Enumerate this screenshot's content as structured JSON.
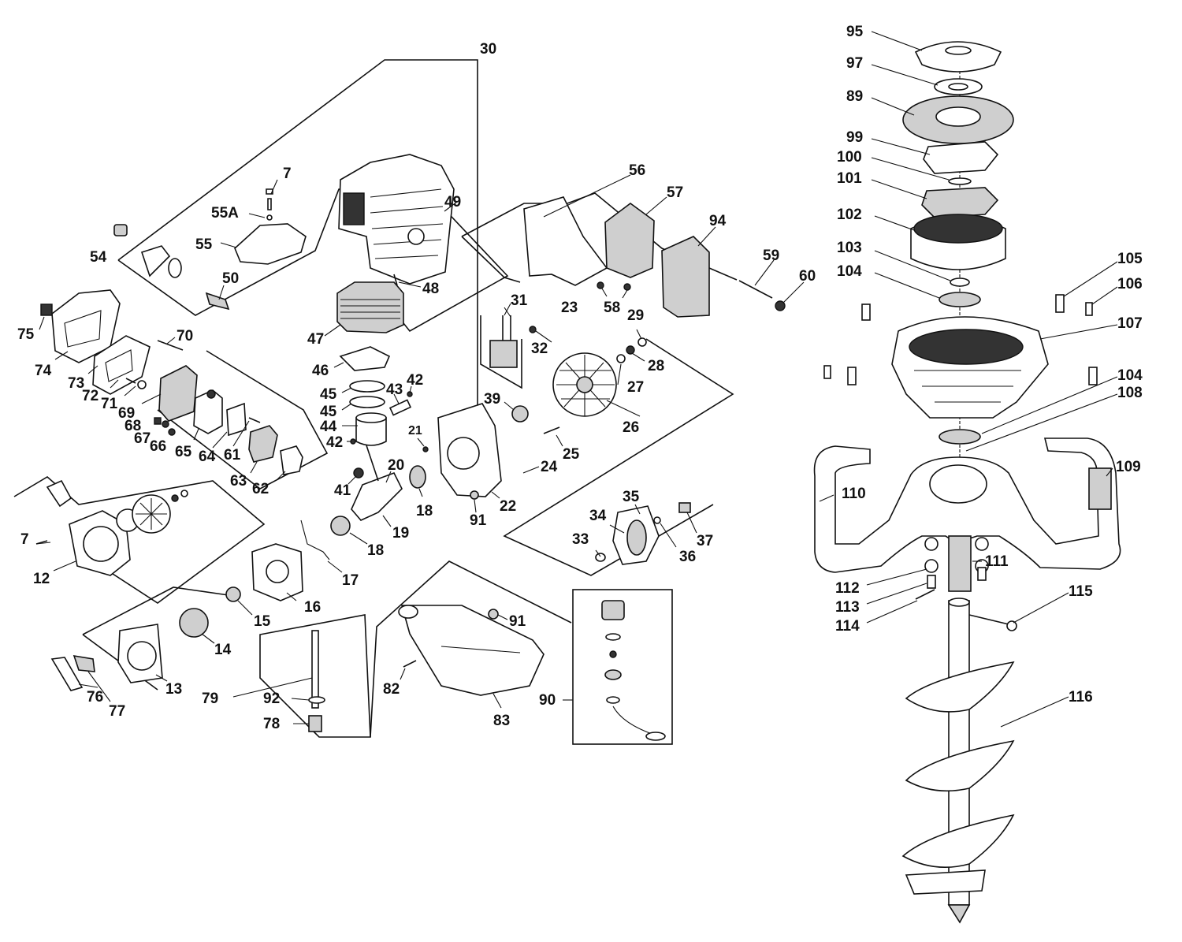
{
  "diagram": {
    "labels": [
      {
        "id": "p30",
        "text": "30"
      },
      {
        "id": "p7a",
        "text": "7"
      },
      {
        "id": "p55a",
        "text": "55A"
      },
      {
        "id": "p49",
        "text": "49"
      },
      {
        "id": "p54",
        "text": "54"
      },
      {
        "id": "p55",
        "text": "55"
      },
      {
        "id": "p50",
        "text": "50"
      },
      {
        "id": "p48",
        "text": "48"
      },
      {
        "id": "p56",
        "text": "56"
      },
      {
        "id": "p57",
        "text": "57"
      },
      {
        "id": "p94",
        "text": "94"
      },
      {
        "id": "p59",
        "text": "59"
      },
      {
        "id": "p60",
        "text": "60"
      },
      {
        "id": "p23",
        "text": "23"
      },
      {
        "id": "p58",
        "text": "58"
      },
      {
        "id": "p29",
        "text": "29"
      },
      {
        "id": "p31",
        "text": "31"
      },
      {
        "id": "p32",
        "text": "32"
      },
      {
        "id": "p28",
        "text": "28"
      },
      {
        "id": "p27",
        "text": "27"
      },
      {
        "id": "p26",
        "text": "26"
      },
      {
        "id": "p75",
        "text": "75"
      },
      {
        "id": "p74",
        "text": "74"
      },
      {
        "id": "p73",
        "text": "73"
      },
      {
        "id": "p72",
        "text": "72"
      },
      {
        "id": "p71",
        "text": "71"
      },
      {
        "id": "p70",
        "text": "70"
      },
      {
        "id": "p69",
        "text": "69"
      },
      {
        "id": "p68",
        "text": "68"
      },
      {
        "id": "p67",
        "text": "67"
      },
      {
        "id": "p66",
        "text": "66"
      },
      {
        "id": "p65",
        "text": "65"
      },
      {
        "id": "p64",
        "text": "64"
      },
      {
        "id": "p61",
        "text": "61"
      },
      {
        "id": "p63",
        "text": "63"
      },
      {
        "id": "p62",
        "text": "62"
      },
      {
        "id": "p47",
        "text": "47"
      },
      {
        "id": "p46",
        "text": "46"
      },
      {
        "id": "p45a",
        "text": "45"
      },
      {
        "id": "p45b",
        "text": "45"
      },
      {
        "id": "p44",
        "text": "44"
      },
      {
        "id": "p42a",
        "text": "42"
      },
      {
        "id": "p43",
        "text": "43"
      },
      {
        "id": "p42b",
        "text": "42"
      },
      {
        "id": "p39",
        "text": "39"
      },
      {
        "id": "p21",
        "text": "21"
      },
      {
        "id": "p25",
        "text": "25"
      },
      {
        "id": "p20",
        "text": "20"
      },
      {
        "id": "p24",
        "text": "24"
      },
      {
        "id": "p41",
        "text": "41"
      },
      {
        "id": "p18a",
        "text": "18"
      },
      {
        "id": "p22",
        "text": "22"
      },
      {
        "id": "p91a",
        "text": "91"
      },
      {
        "id": "p19",
        "text": "19"
      },
      {
        "id": "p18b",
        "text": "18"
      },
      {
        "id": "p7b",
        "text": "7"
      },
      {
        "id": "p12",
        "text": "12"
      },
      {
        "id": "p17",
        "text": "17"
      },
      {
        "id": "p16",
        "text": "16"
      },
      {
        "id": "p15",
        "text": "15"
      },
      {
        "id": "p14",
        "text": "14"
      },
      {
        "id": "p13",
        "text": "13"
      },
      {
        "id": "p76",
        "text": "76"
      },
      {
        "id": "p77",
        "text": "77"
      },
      {
        "id": "p79",
        "text": "79"
      },
      {
        "id": "p92",
        "text": "92"
      },
      {
        "id": "p78",
        "text": "78"
      },
      {
        "id": "p82",
        "text": "82"
      },
      {
        "id": "p83",
        "text": "83"
      },
      {
        "id": "p91b",
        "text": "91"
      },
      {
        "id": "p90",
        "text": "90"
      },
      {
        "id": "p35",
        "text": "35"
      },
      {
        "id": "p34",
        "text": "34"
      },
      {
        "id": "p33",
        "text": "33"
      },
      {
        "id": "p36",
        "text": "36"
      },
      {
        "id": "p37",
        "text": "37"
      },
      {
        "id": "p95",
        "text": "95"
      },
      {
        "id": "p97",
        "text": "97"
      },
      {
        "id": "p89",
        "text": "89"
      },
      {
        "id": "p99",
        "text": "99"
      },
      {
        "id": "p100",
        "text": "100"
      },
      {
        "id": "p101",
        "text": "101"
      },
      {
        "id": "p102",
        "text": "102"
      },
      {
        "id": "p103",
        "text": "103"
      },
      {
        "id": "p104a",
        "text": "104"
      },
      {
        "id": "p105",
        "text": "105"
      },
      {
        "id": "p106",
        "text": "106"
      },
      {
        "id": "p107",
        "text": "107"
      },
      {
        "id": "p104b",
        "text": "104"
      },
      {
        "id": "p108",
        "text": "108"
      },
      {
        "id": "p109",
        "text": "109"
      },
      {
        "id": "p110",
        "text": "110"
      },
      {
        "id": "p111",
        "text": "111"
      },
      {
        "id": "p112",
        "text": "112"
      },
      {
        "id": "p113",
        "text": "113"
      },
      {
        "id": "p114",
        "text": "114"
      },
      {
        "id": "p115",
        "text": "115"
      },
      {
        "id": "p116",
        "text": "116"
      }
    ]
  },
  "colors": {
    "ink": "#111111",
    "background": "#ffffff",
    "fill": "#cfcfcf"
  }
}
